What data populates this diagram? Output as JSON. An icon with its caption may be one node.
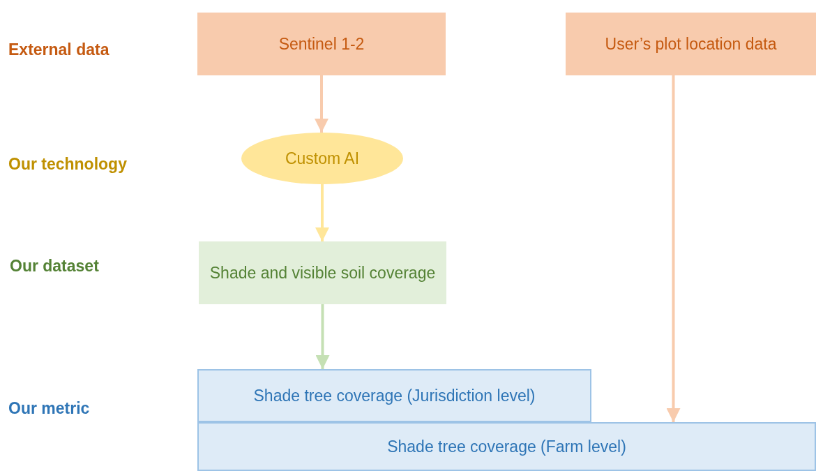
{
  "diagram": {
    "nodes": [
      {
        "text": [
          "Sentinel 1-2"
        ]
      },
      {
        "text": [
          "User’s plot location data"
        ]
      },
      {
        "text": [
          "Custom AI"
        ]
      },
      {
        "text": [
          "Shade and visible soil coverage"
        ]
      },
      {
        "text": [
          "Shade tree coverage (Jurisdiction level)"
        ]
      },
      {
        "text": [
          "Shade tree coverage (Farm level)"
        ]
      }
    ],
    "edges": [
      {
        "from": 0,
        "to": 2,
        "arrow": "to",
        "color": "#f8cbad"
      },
      {
        "from": 2,
        "to": 3,
        "arrow": "to",
        "color": "#ffe699"
      },
      {
        "from": 3,
        "to": 4,
        "arrow": "to",
        "color": "#c5e0b4"
      },
      {
        "from": 1,
        "to": 5,
        "arrow": "to",
        "color": "#f8cbad"
      }
    ],
    "labels": [
      "External data",
      "Our technology",
      "Our dataset",
      "Our metric"
    ]
  }
}
